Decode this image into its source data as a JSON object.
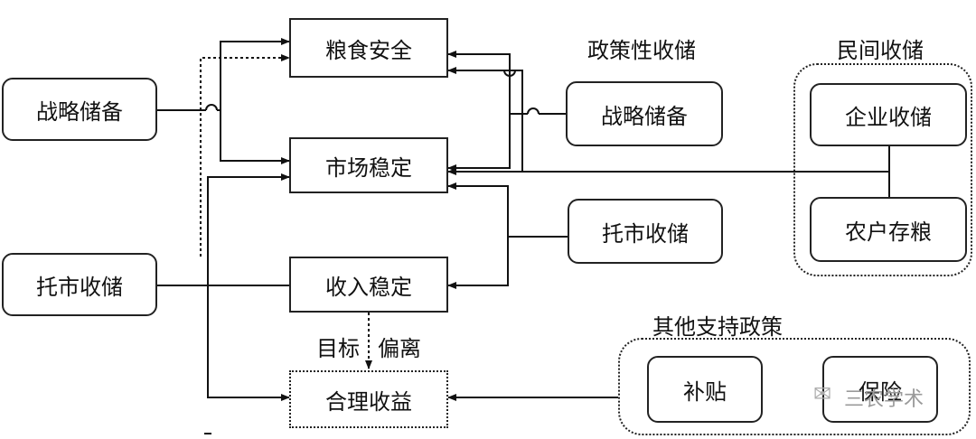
{
  "left": {
    "strategic_reserve": "战略储备",
    "market_support": "托市收储"
  },
  "goals": {
    "food_security": "粮食安全",
    "market_stability": "市场稳定",
    "income_stability": "收入稳定",
    "reasonable_income": "合理收益"
  },
  "policy": {
    "title": "政策性收储",
    "strategic_reserve": "战略储备",
    "market_support": "托市收储"
  },
  "private": {
    "title": "民间收储",
    "enterprise": "企业收储",
    "farmer": "农户存粮"
  },
  "other": {
    "title": "其他支持政策",
    "subsidy": "补贴",
    "insurance": "保险"
  },
  "annotations": {
    "target": "目标",
    "deviation": "偏离"
  },
  "watermark": "三农学术"
}
